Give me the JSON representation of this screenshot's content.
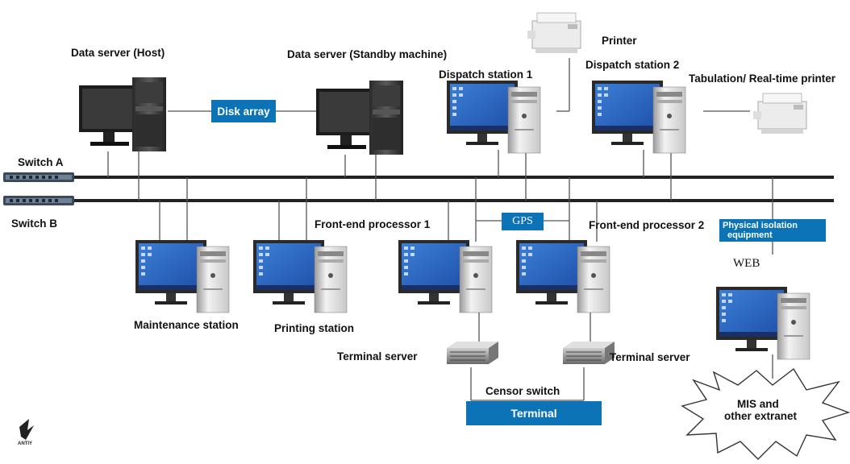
{
  "labels": {
    "data_server_host": "Data server (Host)",
    "data_server_standby": "Data server (Standby machine)",
    "printer": "Printer",
    "dispatch_station_1": "Dispatch station 1",
    "dispatch_station_2": "Dispatch station 2",
    "tabulation_printer": "Tabulation/ Real-time printer",
    "switch_a": "Switch A",
    "switch_b": "Switch B",
    "front_end_processor_1": "Front-end processor 1",
    "front_end_processor_2": "Front-end processor 2",
    "web": "WEB",
    "maintenance_station": "Maintenance station",
    "printing_station": "Printing station",
    "terminal_server_1": "Terminal server",
    "terminal_server_2": "Terminal server",
    "censor_switch": "Censor switch",
    "mis_line1": "MIS  and",
    "mis_line2": "other extranet"
  },
  "boxes": {
    "disk_array": "Disk array",
    "gps": "GPS",
    "physical_isolation_line1": "Physical isolation",
    "physical_isolation_line2": "equipment",
    "terminal": "Terminal"
  },
  "logo": {
    "text": "ANTIY"
  },
  "colors": {
    "box_blue": "#0b73b6",
    "screen_blue": "#1f5fc0",
    "bus_line": "#222222",
    "connector": "#444444"
  }
}
